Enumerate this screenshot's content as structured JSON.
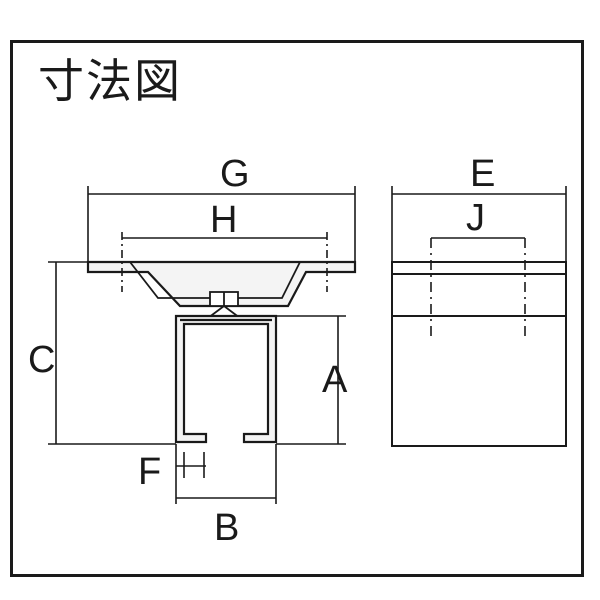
{
  "title": "寸法図",
  "labels": {
    "g": "G",
    "h": "H",
    "e": "E",
    "j": "J",
    "c": "C",
    "a": "A",
    "f": "F",
    "b": "B"
  }
}
